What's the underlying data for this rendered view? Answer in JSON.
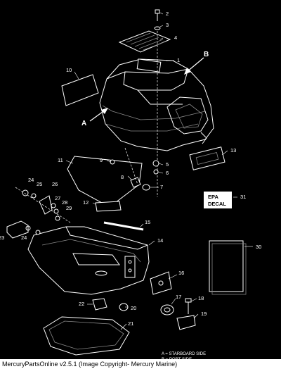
{
  "parts": [
    "1",
    "2",
    "3",
    "4",
    "5",
    "6",
    "7",
    "8",
    "9",
    "10",
    "11",
    "12",
    "13",
    "14",
    "15",
    "16",
    "17",
    "18",
    "19",
    "20",
    "21",
    "22",
    "23",
    "24",
    "24",
    "25",
    "26",
    "27",
    "28",
    "29",
    "30",
    "31"
  ],
  "letters": {
    "a": "A",
    "b": "B"
  },
  "epa_decal": [
    "EPA",
    "DECAL"
  ],
  "legend": [
    "A = STARBOARD SIDE",
    "B = PORT SIDE"
  ],
  "footer": "MercuryPartsOnline v2.5.1 (Image Copyright- Mercury Marine)"
}
